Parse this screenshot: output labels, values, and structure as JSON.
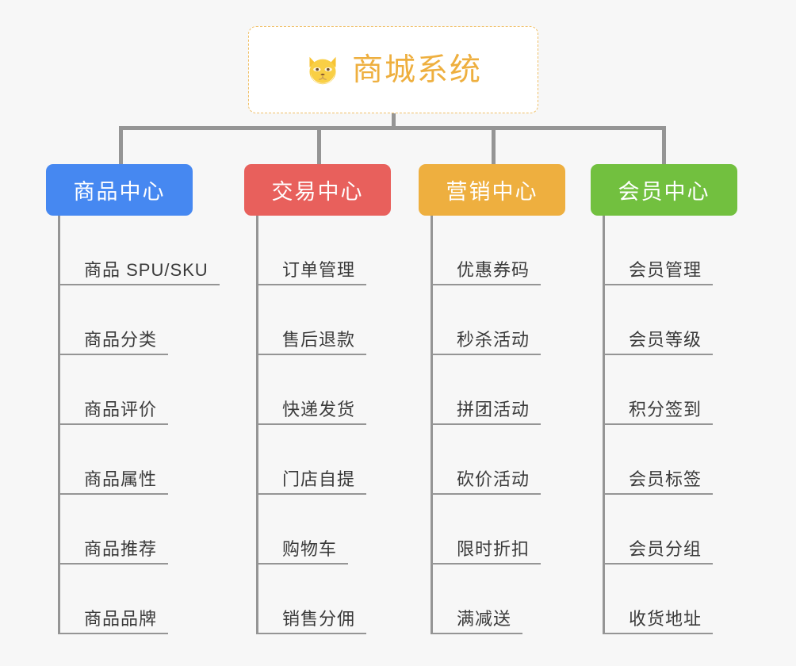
{
  "root": {
    "title": "商城系统",
    "icon": "shiba-dog-face-icon",
    "color": "#eeaf3f",
    "border_color": "#f0c068"
  },
  "connector_color": "#959595",
  "background_color": "#f7f7f7",
  "branches": [
    {
      "label": "商品中心",
      "color": "#4688f1",
      "items": [
        "商品 SPU/SKU",
        "商品分类",
        "商品评价",
        "商品属性",
        "商品推荐",
        "商品品牌"
      ]
    },
    {
      "label": "交易中心",
      "color": "#e8605c",
      "items": [
        "订单管理",
        "售后退款",
        "快递发货",
        "门店自提",
        "购物车",
        "销售分佣"
      ]
    },
    {
      "label": "营销中心",
      "color": "#eeaf3f",
      "items": [
        "优惠券码",
        "秒杀活动",
        "拼团活动",
        "砍价活动",
        "限时折扣",
        "满减送"
      ]
    },
    {
      "label": "会员中心",
      "color": "#72c03f",
      "items": [
        "会员管理",
        "会员等级",
        "积分签到",
        "会员标签",
        "会员分组",
        "收货地址"
      ]
    }
  ]
}
